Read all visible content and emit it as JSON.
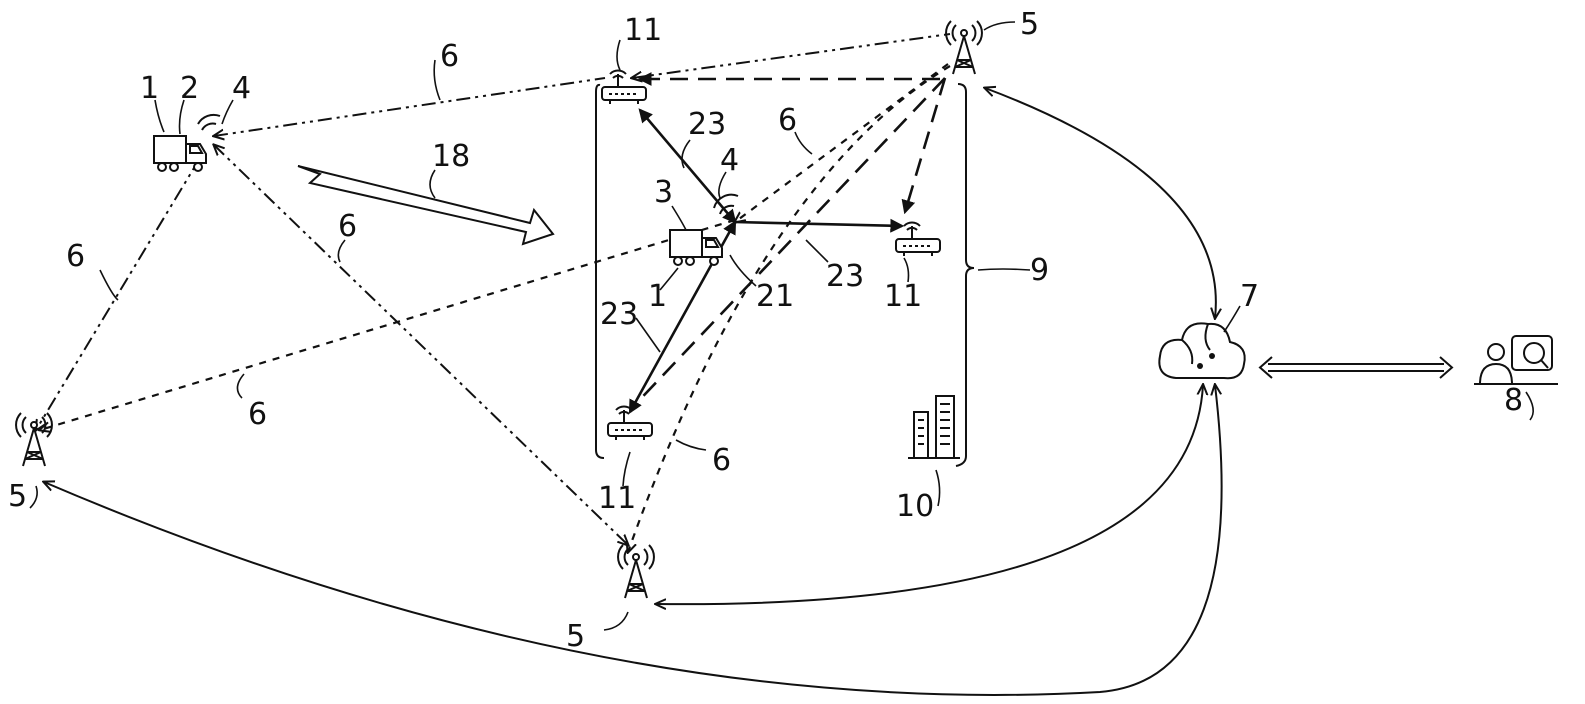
{
  "labels": {
    "n1_top": "1",
    "n2": "2",
    "n4_top": "4",
    "n6_a": "6",
    "n6_b": "6",
    "n6_c": "6",
    "n6_d": "6",
    "n6_e": "6",
    "n6_f": "6",
    "n18": "18",
    "n11_top": "11",
    "n23_a": "23",
    "n3": "3",
    "n4_mid": "4",
    "n1_mid": "1",
    "n21": "21",
    "n23_b": "23",
    "n11_right": "11",
    "n23_c": "23",
    "n11_bottom": "11",
    "n9": "9",
    "n10": "10",
    "n5_topright": "5",
    "n5_left": "5",
    "n5_bottom": "5",
    "n7": "7",
    "n8": "8"
  },
  "icons": [
    "truck-icon",
    "antenna-icon",
    "cell-tower-icon",
    "router-icon",
    "buildings-icon",
    "cloud-icon",
    "operator-workstation-icon"
  ]
}
